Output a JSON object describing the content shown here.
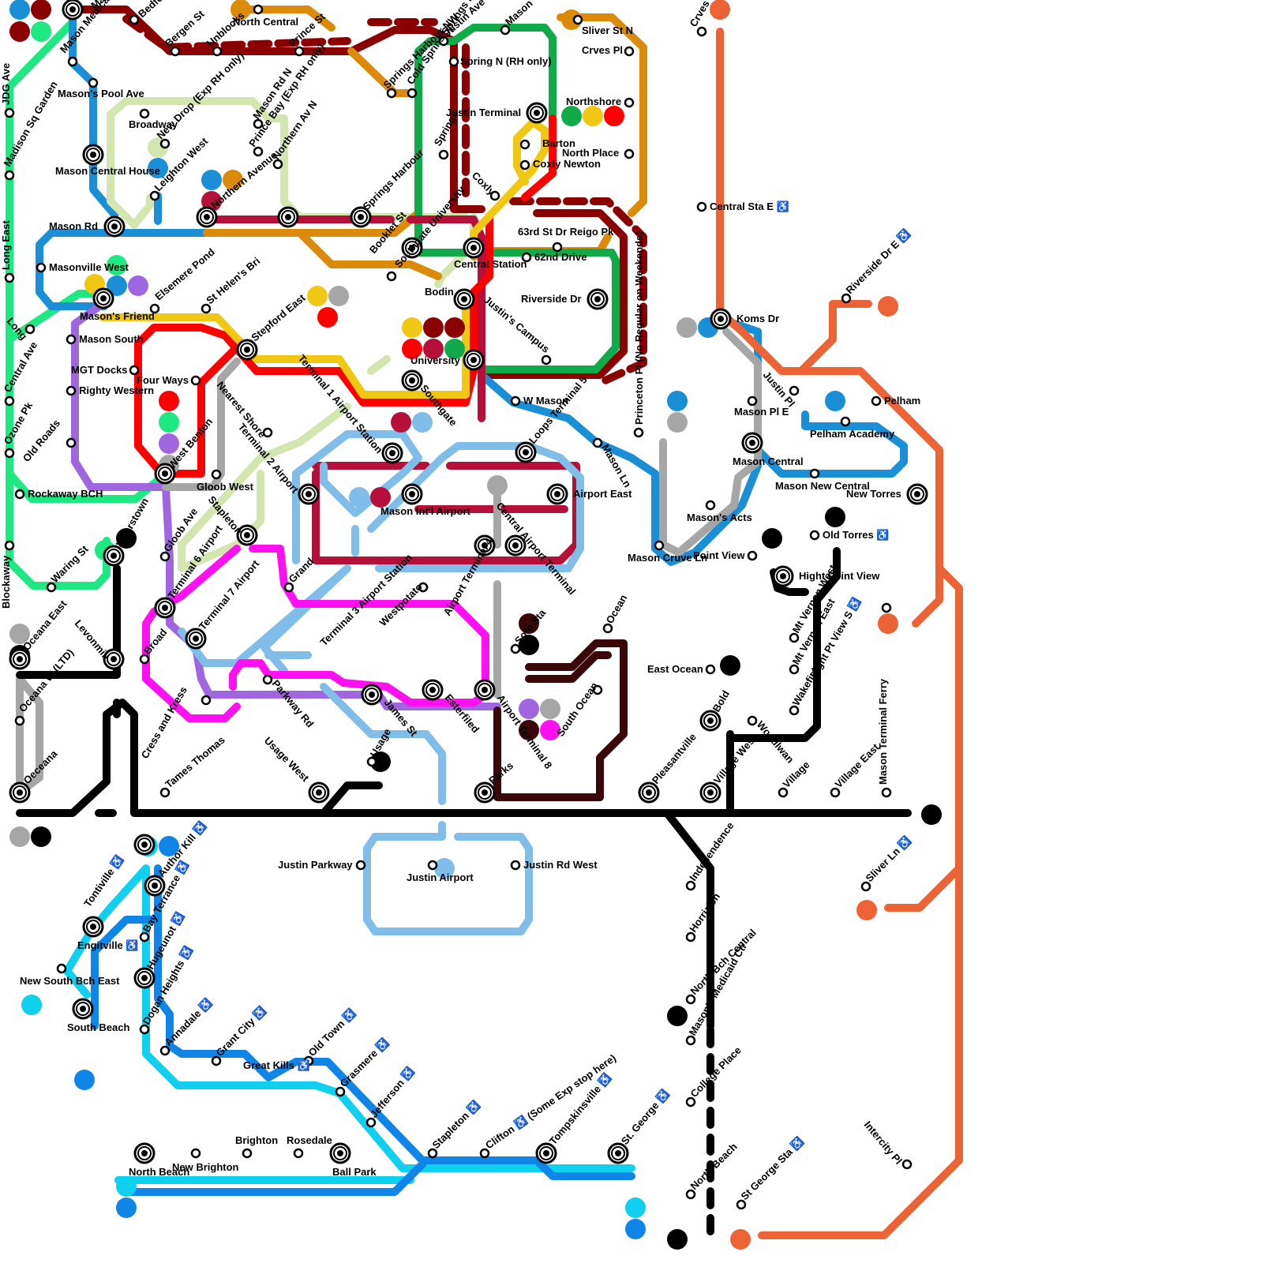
{
  "map": {
    "colors": {
      "green_mint": "#1ee882",
      "dark_red": "#8b0000",
      "blue": "#1a8fd6",
      "light_green": "#d4e6b0",
      "orange": "#dc8a0a",
      "green": "#10aa4a",
      "maroon": "#b5103a",
      "red": "#ff0000",
      "yellow": "#f0c814",
      "purple": "#a066e0",
      "gray": "#a6a6a6",
      "light_blue": "#80bde8",
      "magenta": "#ff10f0",
      "brown": "#3a0808",
      "black": "#000000",
      "coral": "#ec6436",
      "cyan": "#10d0f0",
      "deep_blue": "#1085e8"
    },
    "stations": [
      {
        "id": "masonville",
        "label": "Masonville",
        "major": true
      },
      {
        "id": "bedford",
        "label": "Bedford St"
      },
      {
        "id": "bergen",
        "label": "Bergen St"
      },
      {
        "id": "unblocks",
        "label": "Unblocks"
      },
      {
        "id": "north_central",
        "label": "North Central"
      },
      {
        "id": "prince_st",
        "label": "Prince St"
      },
      {
        "id": "justin_ave",
        "label": "Justin Ave"
      },
      {
        "id": "mason",
        "label": "Mason"
      },
      {
        "id": "sliver_st_n",
        "label": "Sliver St N"
      },
      {
        "id": "crves_pl",
        "label": "Crves Pl"
      },
      {
        "id": "crves_pl_e",
        "label": "Crves Pl E ♿"
      },
      {
        "id": "jdg_ave",
        "label": "JDG Ave"
      },
      {
        "id": "mason_medical",
        "label": "Mason Medical Ctr"
      },
      {
        "id": "masons_pool",
        "label": "Mason's Pool Ave"
      },
      {
        "id": "madison_sq",
        "label": "Madison Sq Garden"
      },
      {
        "id": "broadway",
        "label": "Broadway"
      },
      {
        "id": "new_drop",
        "label": "New Drop (Exp RH only)"
      },
      {
        "id": "mason_rd_n",
        "label": "Mason Rd N"
      },
      {
        "id": "prince_bay",
        "label": "Prince Bay (Exp RH only)"
      },
      {
        "id": "northern_av_n",
        "label": "Northern Av N"
      },
      {
        "id": "springs_harbour_nw",
        "label": "Springs Harbour NW"
      },
      {
        "id": "cold_sprins",
        "label": "Cold Sprins Springs Harbour N"
      },
      {
        "id": "springs_harbour",
        "label": "Springs Harbour"
      },
      {
        "id": "springs",
        "label": "Springs"
      },
      {
        "id": "spring_n",
        "label": "Spring N (RH only)"
      },
      {
        "id": "justin_terminal",
        "label": "Justin Terminal",
        "major": true
      },
      {
        "id": "northshore",
        "label": "Northshore"
      },
      {
        "id": "north_place",
        "label": "North Place"
      },
      {
        "id": "barton",
        "label": "Barton"
      },
      {
        "id": "coxly_newton",
        "label": "Coxly Newton"
      },
      {
        "id": "coxly",
        "label": "Coxly"
      },
      {
        "id": "mason_central_house",
        "label": "Mason Central House",
        "major": true
      },
      {
        "id": "leighton_west",
        "label": "Leighton West"
      },
      {
        "id": "northern_avenue",
        "label": "Northern Avenue",
        "major": true
      },
      {
        "id": "cold_sprins_major",
        "label": "",
        "major": true
      },
      {
        "id": "springs_harbour_major",
        "label": "",
        "major": true
      },
      {
        "id": "mason_rd",
        "label": "Mason Rd",
        "major": true
      },
      {
        "id": "long_east",
        "label": "Long East"
      },
      {
        "id": "masonville_west",
        "label": "Masonville West"
      },
      {
        "id": "central_sta_e",
        "label": "Central Sta E ♿"
      },
      {
        "id": "booklet_st",
        "label": "Booklet St",
        "major": true
      },
      {
        "id": "central_station",
        "label": "Central Station",
        "major": true
      },
      {
        "id": "reigo",
        "label": "63rd St Dr Reigo Pk"
      },
      {
        "id": "62nd",
        "label": "62nd Drive"
      },
      {
        "id": "southgate_univ",
        "label": "Southgate University"
      },
      {
        "id": "bodin",
        "label": "Bodin",
        "major": true
      },
      {
        "id": "riverside_dr",
        "label": "Riverside Dr",
        "major": true
      },
      {
        "id": "princeton",
        "label": "Princeton Pl (No Regular on Weekends)"
      },
      {
        "id": "riverside_dr_e",
        "label": "Riverside Dr E ♿"
      },
      {
        "id": "long",
        "label": "Long"
      },
      {
        "id": "masons_friend",
        "label": "Mason's Friend",
        "major": true
      },
      {
        "id": "elsemere",
        "label": "Elsemere Pond"
      },
      {
        "id": "st_helens",
        "label": "St Helen's Bri"
      },
      {
        "id": "stepford",
        "label": "Stepford East",
        "major": true
      },
      {
        "id": "mason_south",
        "label": "Mason South"
      },
      {
        "id": "justins_campus",
        "label": "Justin's Campus"
      },
      {
        "id": "university",
        "label": "University",
        "major": true
      },
      {
        "id": "koms_dr",
        "label": "Koms Dr",
        "major": true
      },
      {
        "id": "central_ave",
        "label": "Central Ave"
      },
      {
        "id": "mgt_docks",
        "label": "MGT Docks"
      },
      {
        "id": "four_ways",
        "label": "Four Ways"
      },
      {
        "id": "righty_western",
        "label": "Righty Western"
      },
      {
        "id": "terminal1",
        "label": "Terminal 1 Airport Station",
        "major": true
      },
      {
        "id": "southgate",
        "label": "Southgate",
        "major": true
      },
      {
        "id": "w_mason",
        "label": "W Mason"
      },
      {
        "id": "loops_t5",
        "label": "Loops Terminal 5",
        "major": true
      },
      {
        "id": "justin_pl",
        "label": "Justin Pl"
      },
      {
        "id": "pelham",
        "label": "Pelham"
      },
      {
        "id": "mason_pl_e",
        "label": "Mason Pl E"
      },
      {
        "id": "pelham_academy",
        "label": "Pelham Academy"
      },
      {
        "id": "nearest_shore",
        "label": "Nearest Shore"
      },
      {
        "id": "terminal2",
        "label": "Terminal 2 Airport",
        "major": true
      },
      {
        "id": "mason_ln",
        "label": "Mason Ln"
      },
      {
        "id": "ozone_pk",
        "label": "Ozone Pk"
      },
      {
        "id": "old_roads",
        "label": "Old Roads"
      },
      {
        "id": "west_benton",
        "label": "West Benton",
        "major": true
      },
      {
        "id": "mason_central",
        "label": "Mason Central",
        "major": true
      },
      {
        "id": "rockaway_bch",
        "label": "Rockaway BCH"
      },
      {
        "id": "gloob_west",
        "label": "Gloob West"
      },
      {
        "id": "mason_intl",
        "label": "Mason Int'l Airport",
        "major": true
      },
      {
        "id": "airport_east",
        "label": "Airport East",
        "major": true
      },
      {
        "id": "mason_new_central",
        "label": "Mason New Central"
      },
      {
        "id": "new_torres",
        "label": "New Torres",
        "major": true
      },
      {
        "id": "stapleton_n",
        "label": "Stapleton",
        "major": true
      },
      {
        "id": "central_airport_terminal",
        "label": "Central Airport Terminal",
        "major": true
      },
      {
        "id": "masons_acts",
        "label": "Mason's Acts"
      },
      {
        "id": "vicarstown",
        "label": "Vicarstown",
        "major": true
      },
      {
        "id": "gloob_ave",
        "label": "Gloob Ave"
      },
      {
        "id": "terminal6",
        "label": "Terminal 6 Airport",
        "major": true
      },
      {
        "id": "grand",
        "label": "Grand"
      },
      {
        "id": "mason_cruve",
        "label": "Mason Cruve Ln"
      },
      {
        "id": "point_view",
        "label": "Point View"
      },
      {
        "id": "old_torres",
        "label": "Old Torres ♿"
      },
      {
        "id": "hight_point_view",
        "label": "Hight Point View",
        "major": true
      },
      {
        "id": "blockaway",
        "label": "Blockaway"
      },
      {
        "id": "waring",
        "label": "Waring St"
      },
      {
        "id": "terminal3",
        "label": "Terminal 3 Airport Station"
      },
      {
        "id": "westpotato",
        "label": "Westpotato"
      },
      {
        "id": "airport_t4",
        "label": "Airport Terminal 4",
        "major": true
      },
      {
        "id": "mt_vernon_west",
        "label": "Mt Vernon West"
      },
      {
        "id": "hight_pt_view_s",
        "label": "Hight Pt View S ♿"
      },
      {
        "id": "oceana_east",
        "label": "Oceana East",
        "major": true
      },
      {
        "id": "levonmill",
        "label": "Levonmill",
        "major": true
      },
      {
        "id": "terminal7",
        "label": "Terminal 7 Airport",
        "major": true
      },
      {
        "id": "broad",
        "label": "Broad"
      },
      {
        "id": "soto_sta",
        "label": "Soto Sta"
      },
      {
        "id": "ocean",
        "label": "Ocean"
      },
      {
        "id": "mt_vernon_east",
        "label": "Mt Vernon East"
      },
      {
        "id": "east_ocean",
        "label": "East Ocean"
      },
      {
        "id": "oceana_w",
        "label": "Oceana W (LTD)"
      },
      {
        "id": "parkway_rd",
        "label": "Parkway Rd"
      },
      {
        "id": "james_st",
        "label": "James St",
        "major": true
      },
      {
        "id": "esterfiled",
        "label": "Esterfiled",
        "major": true
      },
      {
        "id": "airport_t8",
        "label": "Airport Terminal 8",
        "major": true
      },
      {
        "id": "south_ocean",
        "label": "South Ocean"
      },
      {
        "id": "bold",
        "label": "Bold",
        "major": true
      },
      {
        "id": "woodlwan",
        "label": "Woodlwan"
      },
      {
        "id": "wakefield",
        "label": "Wakefield"
      },
      {
        "id": "cress_kress",
        "label": "Cress and Kress"
      },
      {
        "id": "usage",
        "label": "Usage"
      },
      {
        "id": "tames_thomas",
        "label": "Tames Thomas"
      },
      {
        "id": "usage_west",
        "label": "Usage West",
        "major": true
      },
      {
        "id": "parks",
        "label": "Parks",
        "major": true
      },
      {
        "id": "pleasantville",
        "label": "Pleasantville",
        "major": true
      },
      {
        "id": "village_west",
        "label": "Village West",
        "major": true
      },
      {
        "id": "village",
        "label": "Village"
      },
      {
        "id": "village_east",
        "label": "Village East"
      },
      {
        "id": "mason_terminal_ferry",
        "label": "Mason Terminal Ferry"
      },
      {
        "id": "oeceana",
        "label": "Oeceana",
        "major": true
      },
      {
        "id": "justin_parkway",
        "label": "Justin Parkway"
      },
      {
        "id": "justin_airport",
        "label": "Justin Airport"
      },
      {
        "id": "justin_rd_west",
        "label": "Justin Rd West"
      },
      {
        "id": "independence",
        "label": "Independence"
      },
      {
        "id": "horrizion",
        "label": "Horrizion"
      },
      {
        "id": "north_bch_central",
        "label": "North Bch Central"
      },
      {
        "id": "masons_medicaid",
        "label": "Mason's Medicaid Ctr"
      },
      {
        "id": "college_place",
        "label": "College Place"
      },
      {
        "id": "north_beach_e",
        "label": "North Beach"
      },
      {
        "id": "st_george_sta",
        "label": "St George Sta ♿"
      },
      {
        "id": "intercity_pl",
        "label": "Intercity Pl"
      },
      {
        "id": "sliver_ln",
        "label": "Sliver Ln ♿"
      },
      {
        "id": "tontiville",
        "label": "Tontiville ♿",
        "major": true
      },
      {
        "id": "author_kill",
        "label": "Author Kill ♿",
        "major": true
      },
      {
        "id": "engitville",
        "label": "Engitville ♿",
        "major": true
      },
      {
        "id": "bay_terrance",
        "label": "Bay Terrance ♿"
      },
      {
        "id": "new_south_bch_east",
        "label": "New South Bch East"
      },
      {
        "id": "hugeunot",
        "label": "Hugeunot ♿",
        "major": true
      },
      {
        "id": "south_beach",
        "label": "South Beach",
        "major": true
      },
      {
        "id": "dogan_heights",
        "label": "Dogan Heights ♿"
      },
      {
        "id": "annadale",
        "label": "Annadale ♿"
      },
      {
        "id": "grant_city",
        "label": "Grant City ♿"
      },
      {
        "id": "great_kills",
        "label": "Great Kills ♿"
      },
      {
        "id": "old_town",
        "label": "Old Town ♿"
      },
      {
        "id": "grasmere",
        "label": "Grasmere ♿"
      },
      {
        "id": "jefferson",
        "label": "Jefferson ♿"
      },
      {
        "id": "stapleton_s",
        "label": "Stapleton ♿"
      },
      {
        "id": "clifton",
        "label": "Clifton ♿ (Some Exp stop here)"
      },
      {
        "id": "tompkinsville",
        "label": "Tompskinsville ♿",
        "major": true
      },
      {
        "id": "st_george",
        "label": "St. George ♿",
        "major": true
      },
      {
        "id": "north_beach",
        "label": "North Beach",
        "major": true
      },
      {
        "id": "new_brighton",
        "label": "New Brighton"
      },
      {
        "id": "brighton",
        "label": "Brighton"
      },
      {
        "id": "rosedale",
        "label": "Rosedale"
      },
      {
        "id": "ball_park",
        "label": "Ball Park",
        "major": true
      }
    ]
  }
}
